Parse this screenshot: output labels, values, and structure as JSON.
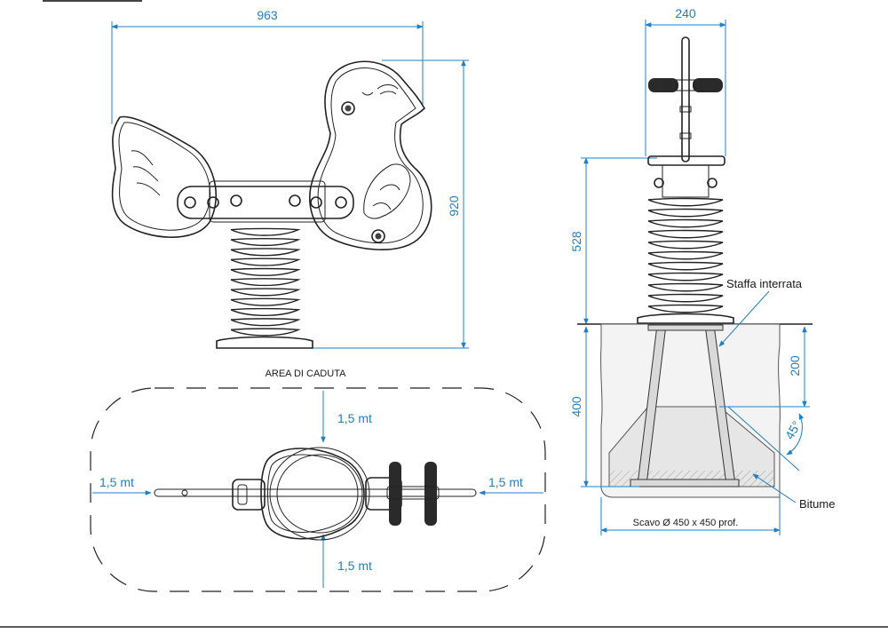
{
  "front_view": {
    "width_dim": "963",
    "height_dim": "920"
  },
  "side_view": {
    "width_dim": "240",
    "height_dim": "528",
    "staffa_label": "Staffa interrata",
    "depth_dim": "200",
    "depth_total_dim": "400",
    "angle_label": "45°",
    "bitume_label": "Bitume",
    "scavo_label": "Scavo Ø 450 x 450 prof."
  },
  "plan_view": {
    "title": "AREA DI CADUTA",
    "top_clearance": "1,5 mt",
    "left_clearance": "1,5 mt",
    "right_clearance": "1,5 mt",
    "bottom_clearance": "1,5 mt"
  },
  "colors": {
    "dimension": "#1f7fc4",
    "line": "#222222"
  }
}
